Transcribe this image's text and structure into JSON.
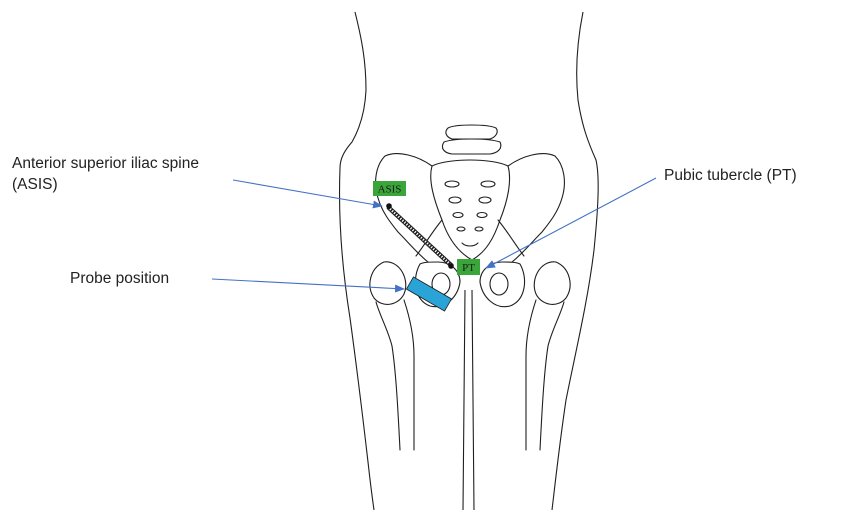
{
  "labels": {
    "asis_line1": "Anterior superior iliac spine",
    "asis_line2": "(ASIS)",
    "pt": "Pubic tubercle (PT)",
    "probe": "Probe position"
  },
  "tags": {
    "asis": "ASIS",
    "pt": "PT"
  },
  "colors": {
    "tag": "#3aa63a",
    "probe": "#2aa3d6",
    "arrow": "#4472c4",
    "outline": "#1f1f1f"
  }
}
